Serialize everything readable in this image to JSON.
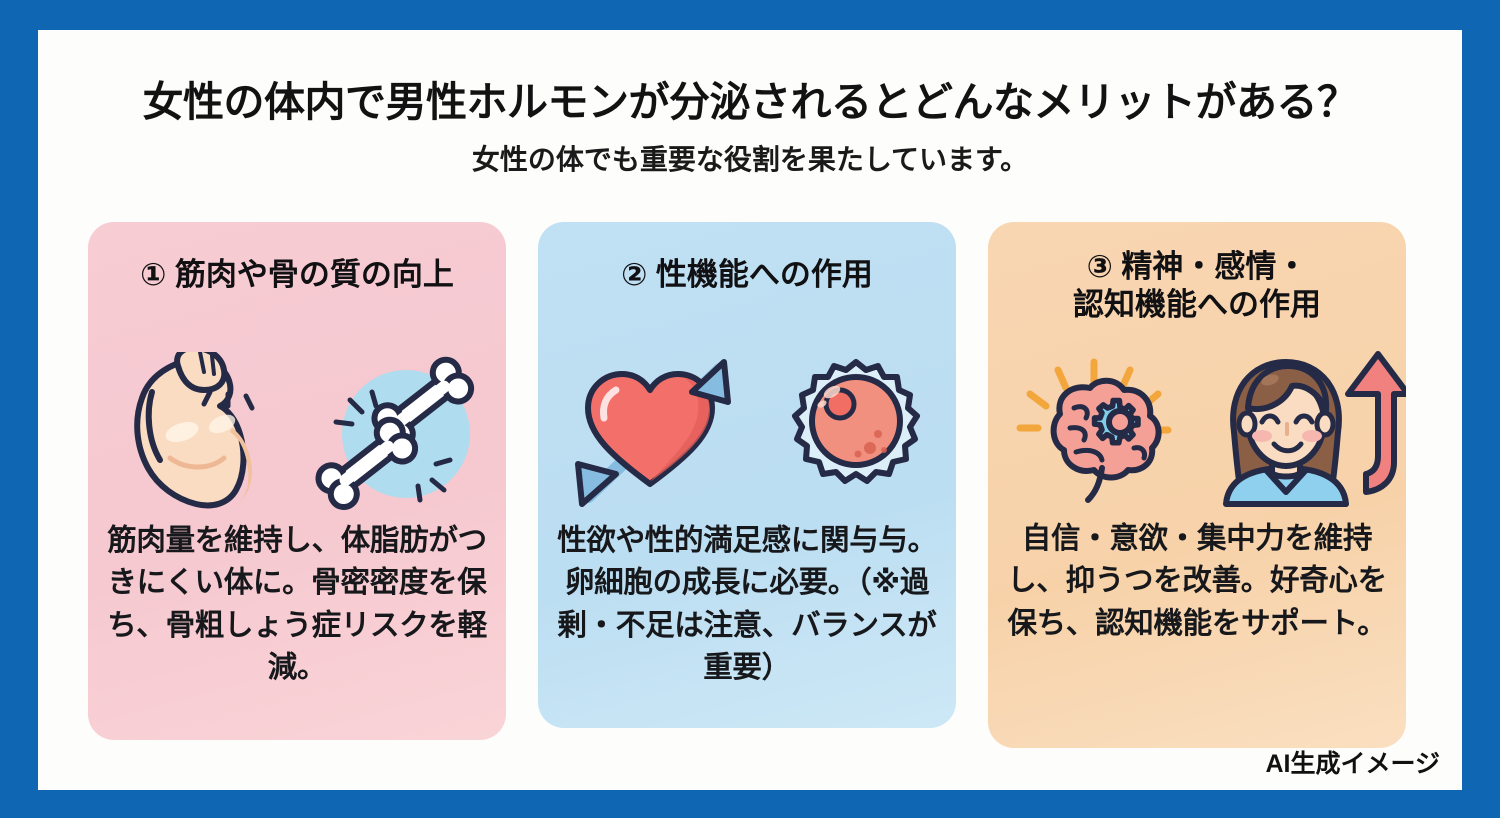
{
  "poster": {
    "frame_color": "#0F66B2",
    "sheet_color": "#FDFDFC",
    "title": "女性の体内で男性ホルモンが分泌されるとどんなメリットがある？",
    "subtitle": "女性の体でも重要な役割を果たしています。",
    "credit": "AI生成イメージ"
  },
  "cards": [
    {
      "number": "①",
      "title": "① 筋肉や骨の質の向上",
      "body": "筋肉量を維持し、体脂肪がつきにくい体に。骨密密度を保ち、骨粗しょう症リスクを軽減。",
      "bg_color": "#F6C8D0",
      "icons": [
        "flexed-bicep-icon",
        "bones-icon"
      ]
    },
    {
      "number": "②",
      "title": "② 性機能への作用",
      "body": "性欲や性的満足感に関与与。卵細胞の成長に必要。（※過剰・不足は注意、バランスが重要）",
      "bg_color": "#BCDEF2",
      "icons": [
        "heart-arrow-icon",
        "egg-cell-icon"
      ]
    },
    {
      "number": "③",
      "title": "③ 精神・感情・\n認知機能への作用",
      "body": "自信・意欲・集中力を維持し、抑うつを改善。好奇心を保ち、認知機能をサポート。",
      "bg_color": "#F7D2A9",
      "icons": [
        "brain-gear-icon",
        "smiling-woman-arrow-icon"
      ]
    }
  ],
  "palette": {
    "outline": "#252A46",
    "skin": "#F9DCC1",
    "skin_shadow": "#F3C9A8",
    "bone_white": "#FFFFFF",
    "bone_circle": "#AFDCEF",
    "heart_red": "#F3706A",
    "heart_shadow": "#E05A56",
    "arrow_blue": "#86BCE0",
    "egg_pink": "#F2907F",
    "egg_membrane": "#D9EEF8",
    "brain_pink": "#F4A097",
    "gear_blue": "#7FCFE8",
    "ray_orange": "#F2A63C",
    "hair_brown": "#8A5F45",
    "shirt_blue": "#8FD0EE",
    "up_arrow_red": "#F0817E"
  }
}
